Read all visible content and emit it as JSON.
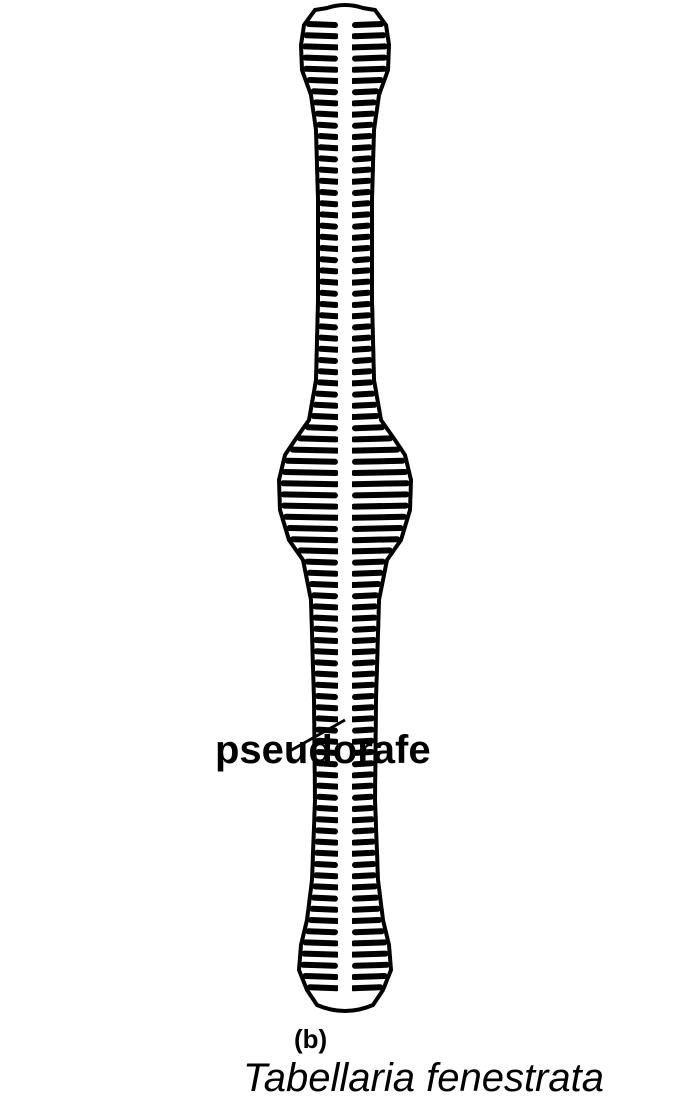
{
  "figure": {
    "label": "pseudorafe",
    "panel": "(b)",
    "species": "Tabellaria fenestrata",
    "colors": {
      "ink": "#000000",
      "background": "#ffffff",
      "raphe": "#ffffff"
    }
  }
}
